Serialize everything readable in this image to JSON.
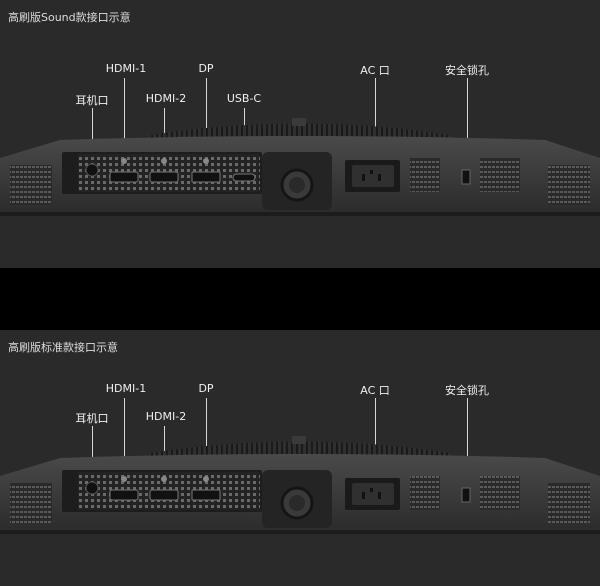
{
  "sections": [
    {
      "title": "高刷版Sound款接口示意",
      "ports": [
        {
          "label": "耳机口"
        },
        {
          "label": "HDMI-1"
        },
        {
          "label": "HDMI-2"
        },
        {
          "label": "DP"
        },
        {
          "label": "USB-C"
        },
        {
          "label": "AC 口"
        },
        {
          "label": "安全锁孔"
        }
      ]
    },
    {
      "title": "高刷版标准款接口示意",
      "ports": [
        {
          "label": "耳机口"
        },
        {
          "label": "HDMI-1"
        },
        {
          "label": "HDMI-2"
        },
        {
          "label": "DP"
        },
        {
          "label": "AC 口"
        },
        {
          "label": "安全锁孔"
        }
      ]
    }
  ]
}
